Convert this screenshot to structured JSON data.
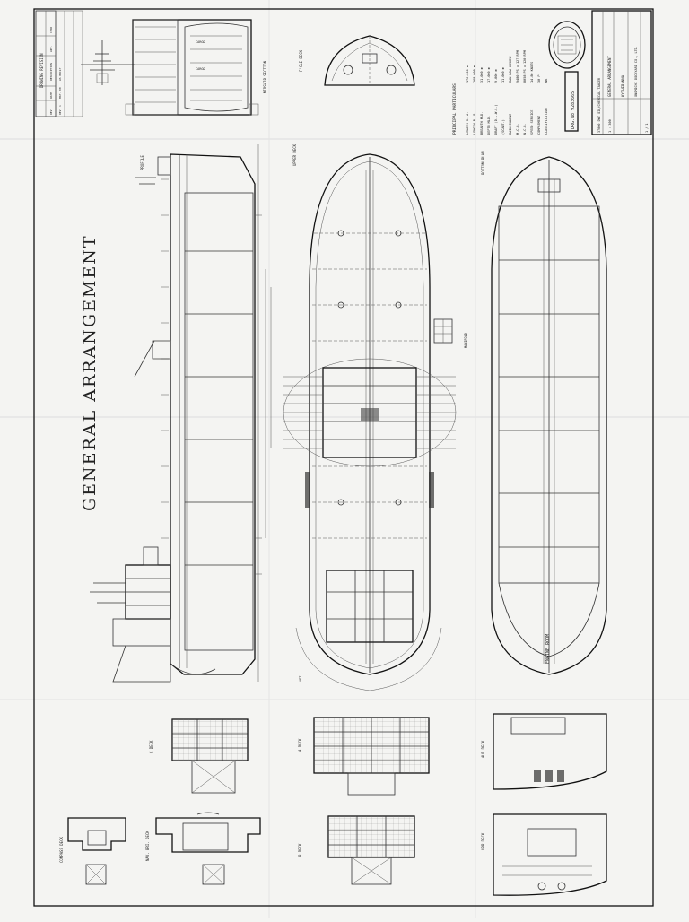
{
  "drawing": {
    "title": "GENERAL ARRANGEMENT",
    "drawing_no": "DRG.No 9283665"
  },
  "views": {
    "profile": "PROFILE",
    "upper_deck": "UPPER DECK",
    "bottom_plan": "BOTTOM PLAN",
    "f_cle_deck": "F'CLE DECK",
    "midship_section": "MIDSHIP SECTION",
    "c_deck": "C DECK",
    "a_deck": "A DECK",
    "b_deck": "B DECK",
    "nav_bri_deck": "NAV. BRI. DECK",
    "compass_deck": "COMPASS DECK",
    "aud_deck": "AUD DECK",
    "upp_deck_aft": "UPP DECK",
    "engine_room": "ENGINE ROOM",
    "manifold": "MANIFOLD"
  },
  "revisions": {
    "header": "DRAWING REVISION",
    "cols": [
      "REV.",
      "DATE",
      "DESCRIPTION",
      "APP.",
      "CHKD"
    ],
    "row": [
      "REV. 1",
      "MAY. 08",
      "AS BUILT"
    ]
  },
  "particulars": {
    "header": "PRINCIPAL PARTICULARS",
    "rows": [
      [
        "LENGTH  O. A.",
        "176.000 m"
      ],
      [
        "LENGTH  B. P.",
        "168.000 m"
      ],
      [
        "BREADTH  MLD.",
        "31.000 m"
      ],
      [
        "DEPTH  MLD.",
        "17.000 m"
      ],
      [
        "DRAFT  (D.L.W.L.)",
        "9.000 m"
      ],
      [
        "(SCANT.)",
        "11.000 m"
      ],
      [
        "MAIN ENGINE",
        "MAN B&W 6S50MC"
      ],
      [
        "M.C.R.",
        "9480 PS x 127 RPM"
      ],
      [
        "N.C.R.",
        "8058 PS x 120 RPM"
      ],
      [
        "SPEED  SERVICE",
        "14.80 KNOTS"
      ],
      [
        "COMPLEMENT",
        "30 P"
      ],
      [
        "CLASSIFICATION",
        "NK"
      ]
    ]
  },
  "title_block": {
    "project": "37000 DWT OIL/CHEMICAL TANKER",
    "drawing": "GENERAL ARRANGEMENT",
    "owner": "KYTHERANNA",
    "builder": "ONOMICHI DOCKYARD CO., LTD.",
    "scale": "1 : 300",
    "sheet": "1 / 1"
  },
  "colors": {
    "paper": "#f4f4f2",
    "ink": "#222222"
  }
}
